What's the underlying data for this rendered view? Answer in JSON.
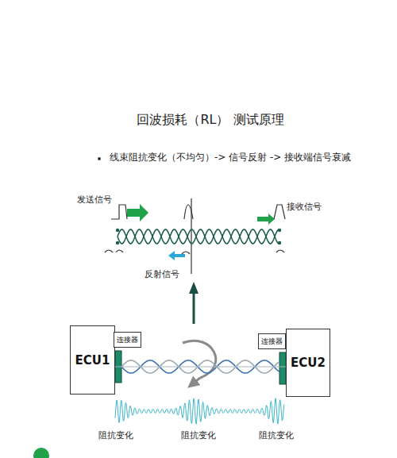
{
  "diagram": {
    "title": "回波损耗（RL） 测试原理",
    "nodes": [
      {
        "text": [
          "ECU1"
        ]
      },
      {
        "text": [
          "连接器"
        ]
      },
      {
        "text": [
          "连接器"
        ]
      },
      {
        "text": [
          "ECU2"
        ]
      }
    ],
    "edges": [
      {
        "from": 0,
        "to": 3,
        "arrow": "none"
      }
    ],
    "labels": [
      "线束阻抗变化（不均匀）-> 信号反射 -> 接收端信号衰减",
      "发送信号",
      "接收信号",
      "反射信号",
      "阻抗变化",
      "阻抗变化",
      "阻抗变化"
    ]
  }
}
